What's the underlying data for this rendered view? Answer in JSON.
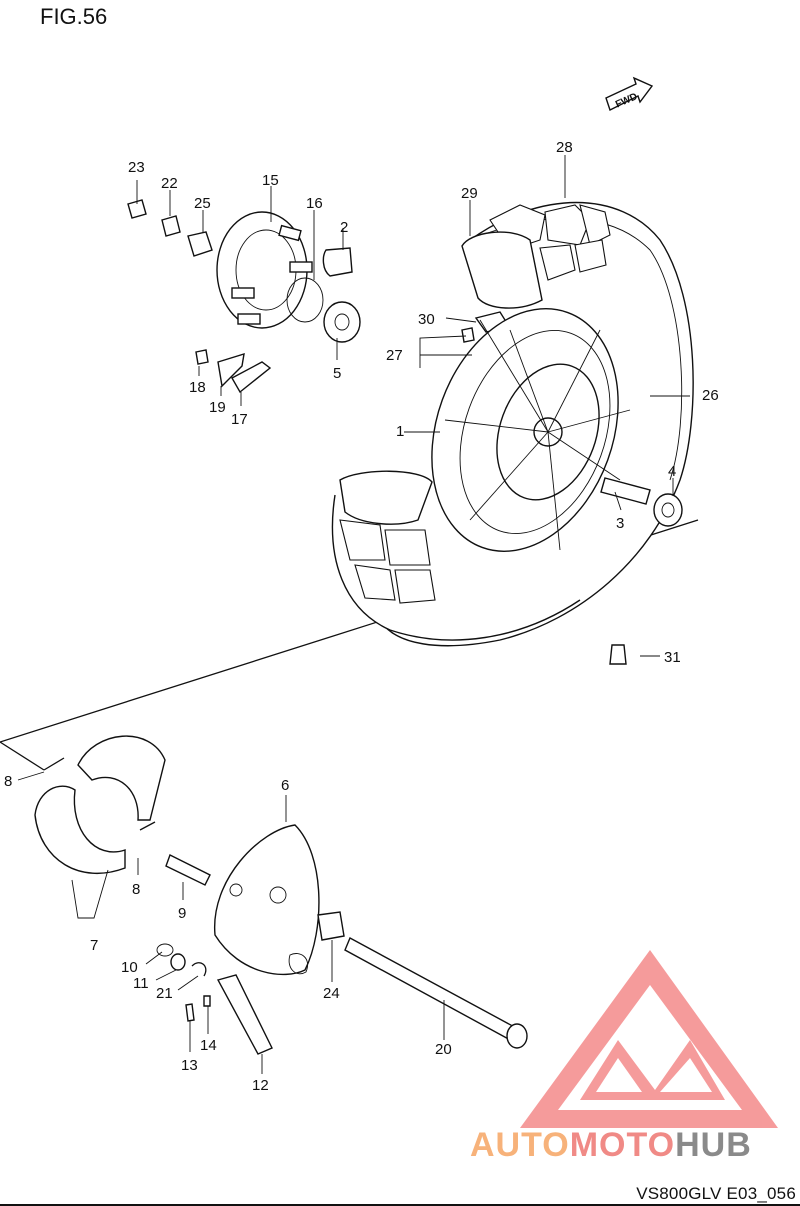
{
  "figure": {
    "title": "FIG.56",
    "code": "VS800GLV E03_056",
    "fwd_label": "FWD"
  },
  "watermark": {
    "word_a": "AUTO",
    "word_b": "MOTO",
    "word_c": "HUB",
    "colors": {
      "a": "#f7b27a",
      "b": "#f08a86",
      "c": "#8a8a8a",
      "triangle": "#f26b6b"
    }
  },
  "callouts": [
    {
      "id": "c1",
      "text": "1"
    },
    {
      "id": "c2",
      "text": "2"
    },
    {
      "id": "c3",
      "text": "3"
    },
    {
      "id": "c4",
      "text": "4"
    },
    {
      "id": "c5",
      "text": "5"
    },
    {
      "id": "c6",
      "text": "6"
    },
    {
      "id": "c7",
      "text": "7"
    },
    {
      "id": "c8a",
      "text": "8"
    },
    {
      "id": "c8b",
      "text": "8"
    },
    {
      "id": "c9",
      "text": "9"
    },
    {
      "id": "c10",
      "text": "10"
    },
    {
      "id": "c11",
      "text": "11"
    },
    {
      "id": "c12",
      "text": "12"
    },
    {
      "id": "c13",
      "text": "13"
    },
    {
      "id": "c14",
      "text": "14"
    },
    {
      "id": "c15",
      "text": "15"
    },
    {
      "id": "c16",
      "text": "16"
    },
    {
      "id": "c17",
      "text": "17"
    },
    {
      "id": "c18",
      "text": "18"
    },
    {
      "id": "c19",
      "text": "19"
    },
    {
      "id": "c20",
      "text": "20"
    },
    {
      "id": "c21",
      "text": "21"
    },
    {
      "id": "c22",
      "text": "22"
    },
    {
      "id": "c23",
      "text": "23"
    },
    {
      "id": "c24",
      "text": "24"
    },
    {
      "id": "c25",
      "text": "25"
    },
    {
      "id": "c26",
      "text": "26"
    },
    {
      "id": "c27",
      "text": "27"
    },
    {
      "id": "c28",
      "text": "28"
    },
    {
      "id": "c29",
      "text": "29"
    },
    {
      "id": "c30",
      "text": "30"
    },
    {
      "id": "c31",
      "text": "31"
    }
  ]
}
